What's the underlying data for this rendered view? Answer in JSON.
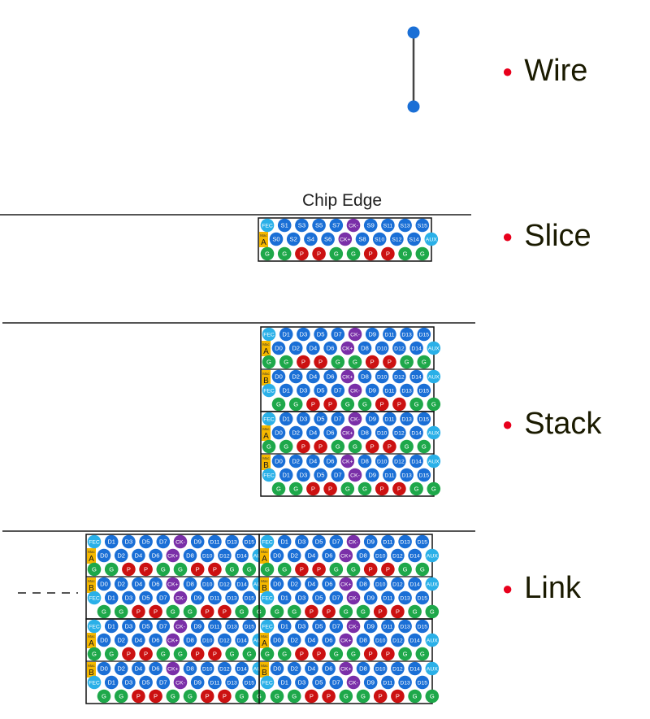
{
  "legend": {
    "wire": "Wire",
    "slice": "Slice",
    "stack": "Stack",
    "link": "Link"
  },
  "chip_edge_label": "Chip Edge",
  "rows": {
    "fec_top": [
      "FEC",
      "D1",
      "D3",
      "D5",
      "D7",
      "CK-",
      "D9",
      "D11",
      "D13",
      "D15"
    ],
    "data_mid": [
      "D0",
      "D2",
      "D4",
      "D6",
      "CK+",
      "D8",
      "D10",
      "D12",
      "D14",
      "AUX"
    ],
    "fec_row_b": [
      "FEC",
      "D1",
      "D3",
      "D5",
      "D7",
      "CK-",
      "D9",
      "D11",
      "D13",
      "D15"
    ],
    "slice_top": [
      "FEC",
      "S1",
      "S3",
      "S5",
      "S7",
      "CK-",
      "S9",
      "S11",
      "S13",
      "S15"
    ],
    "slice_mid": [
      "S0",
      "S2",
      "S4",
      "S6",
      "CK+",
      "S8",
      "S10",
      "S12",
      "S14",
      "AUX"
    ],
    "ground_row": [
      "G",
      "G",
      "P",
      "P",
      "G",
      "G",
      "P",
      "P",
      "G",
      "G"
    ]
  },
  "tags": {
    "a": "A",
    "b": "B",
    "tiny": "Mac"
  },
  "colors": {
    "signal": "#1a6fd6",
    "fec": "#2ab0e8",
    "clock": "#7a2fa8",
    "ground": "#1ea84a",
    "power": "#cc1111",
    "wire": "#1a6fd6",
    "tag": "#f5b800",
    "bullet": "#e8001c"
  }
}
